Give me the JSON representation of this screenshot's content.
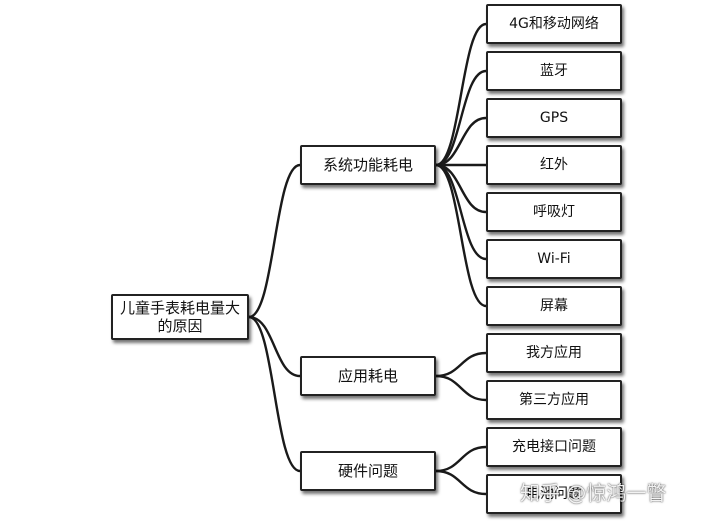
{
  "diagram": {
    "root": {
      "label": "儿童手表耗电量大的原因"
    },
    "branches": [
      {
        "label": "系统功能耗电",
        "children": [
          "4G和移动网络",
          "蓝牙",
          "GPS",
          "红外",
          "呼吸灯",
          "Wi-Fi",
          "屏幕"
        ]
      },
      {
        "label": "应用耗电",
        "children": [
          "我方应用",
          "第三方应用"
        ]
      },
      {
        "label": "硬件问题",
        "children": [
          "充电接口问题",
          "电池问题"
        ]
      }
    ]
  },
  "watermark": {
    "text": "知乎 @惊鸿一瞥"
  },
  "colors": {
    "border": "#222222",
    "line": "#1a1a1a",
    "background": "#ffffff"
  }
}
